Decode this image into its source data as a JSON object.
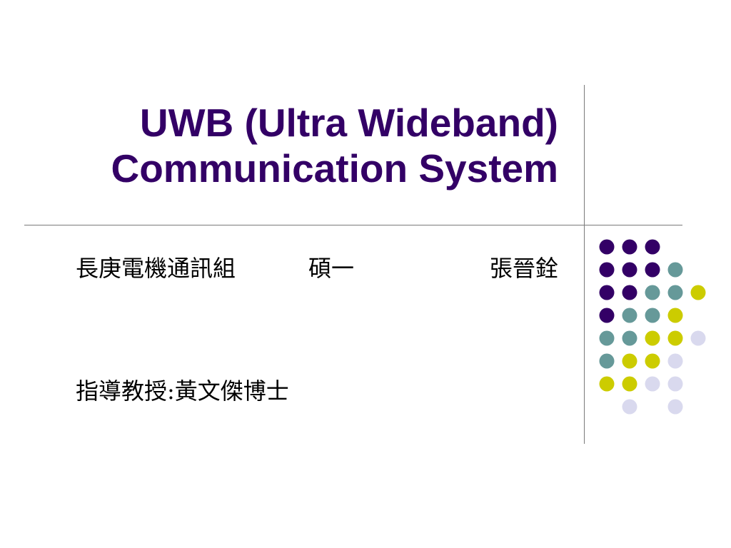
{
  "slide": {
    "title_line1": "UWB (Ultra Wideband)",
    "title_line2": "Communication System",
    "dept": "長庚電機通訊組",
    "grade": "碩一",
    "student": "張晉銓",
    "advisor": "指導教授:黃文傑博士"
  },
  "colors": {
    "title": "#330066",
    "dot_purple": "#330066",
    "dot_teal": "#669999",
    "dot_yellow": "#cccc00",
    "dot_lavender": "#d9d9ee"
  },
  "decoration": {
    "dot_grid_colors": [
      [
        "purple",
        "purple",
        "purple",
        null,
        null
      ],
      [
        "purple",
        "purple",
        "purple",
        "teal",
        null
      ],
      [
        "purple",
        "purple",
        "teal",
        "teal",
        "yellow"
      ],
      [
        "purple",
        "teal",
        "teal",
        "yellow",
        null
      ],
      [
        "teal",
        "teal",
        "yellow",
        "yellow",
        "lavender"
      ],
      [
        "teal",
        "yellow",
        "yellow",
        "lavender",
        null
      ],
      [
        "yellow",
        "yellow",
        "lavender",
        "lavender",
        null
      ],
      [
        null,
        "lavender",
        null,
        "lavender",
        null
      ]
    ]
  }
}
